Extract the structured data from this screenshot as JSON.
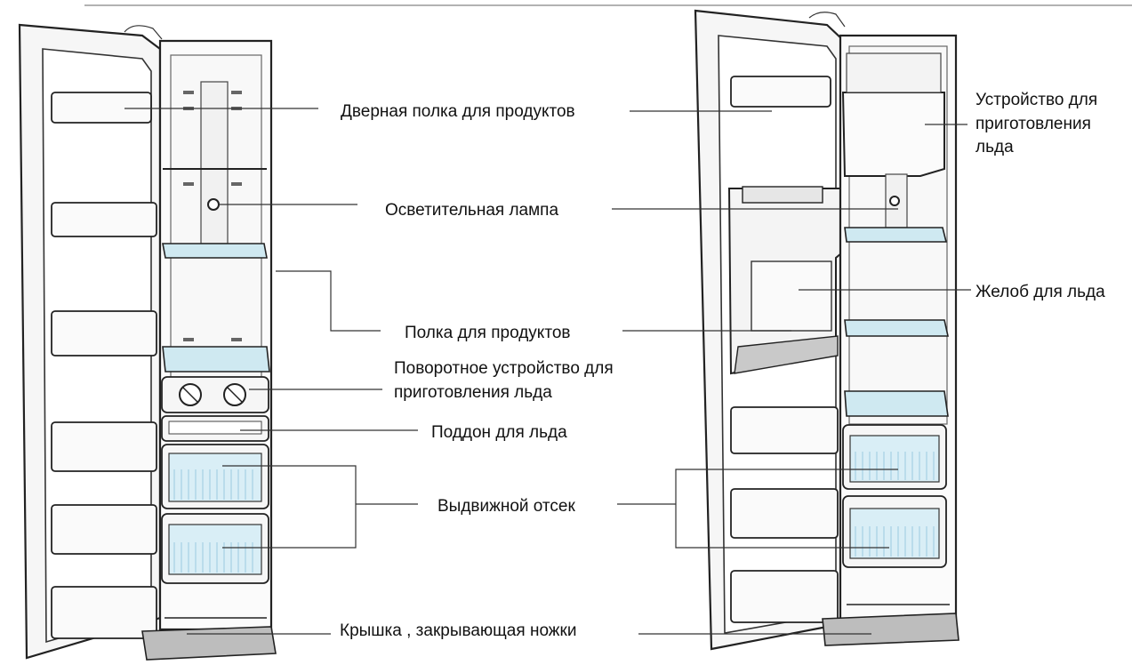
{
  "labels": {
    "door_shelf": "Дверная полка для продуктов",
    "lamp": "Осветительная лампа",
    "shelf": "Полка для продуктов",
    "ice_twist_line1": "Поворотное устройство для",
    "ice_twist_line2": "приготовления льда",
    "ice_tray": "Поддон для льда",
    "drawer": "Выдвижной отсек",
    "cover": "Крышка , закрывающая ножки",
    "icemaker_line1": "Устройство для",
    "icemaker_line2": "приготовления",
    "icemaker_line3": "льда",
    "ice_chute": "Желоб для льда"
  }
}
